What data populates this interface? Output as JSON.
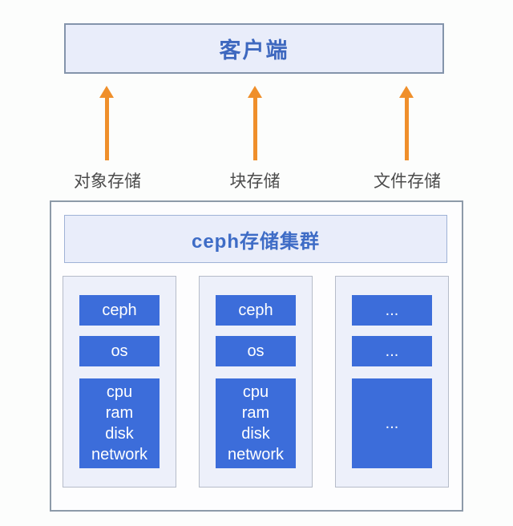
{
  "colors": {
    "arrow_orange": "#ef8f2b",
    "block_blue": "#3c6dda",
    "title_blue": "#3e68bf",
    "panel_bg": "#e9edfa",
    "column_bg": "#edf0fa",
    "label_gray": "#4b4b4b"
  },
  "client_box": {
    "label": "客户端"
  },
  "storage_interfaces": [
    {
      "label": "对象存储"
    },
    {
      "label": "块存储"
    },
    {
      "label": "文件存储"
    }
  ],
  "cluster": {
    "title": "ceph存储集群",
    "nodes": [
      {
        "top": "ceph",
        "middle": "os",
        "bottom": "cpu\nram\ndisk\nnetwork"
      },
      {
        "top": "ceph",
        "middle": "os",
        "bottom": "cpu\nram\ndisk\nnetwork"
      },
      {
        "top": "...",
        "middle": "...",
        "bottom": "..."
      }
    ]
  }
}
